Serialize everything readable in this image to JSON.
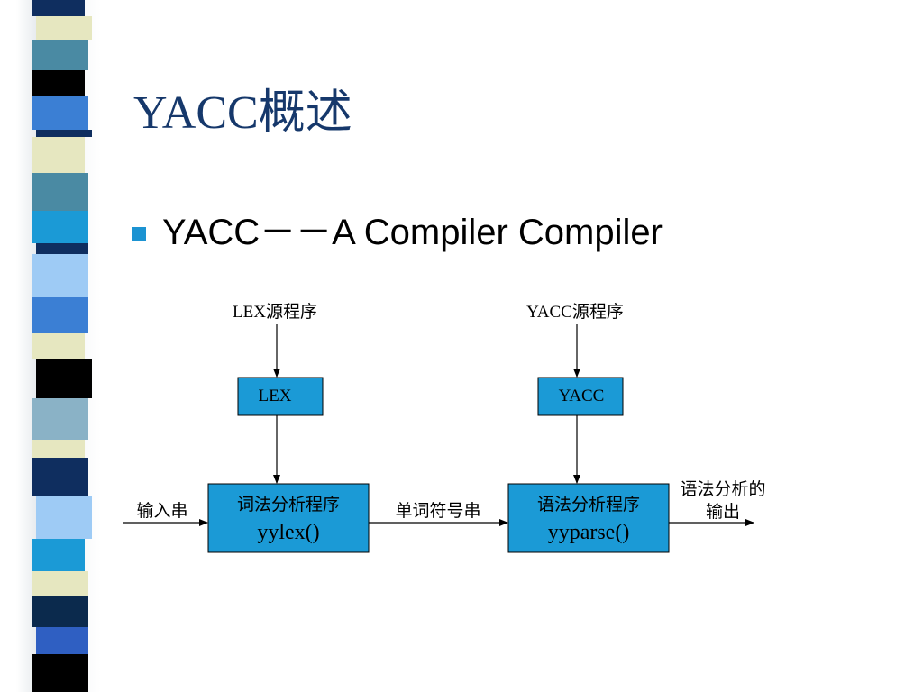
{
  "slide": {
    "title": "YACC概述",
    "bullet": "YACC－－A Compiler Compiler"
  },
  "colors": {
    "title": "#16386b",
    "bullet": "#1c93d2",
    "box_fill": "#1b9ad6",
    "stripes": [
      "#3b7fd4",
      "#0f2e5f",
      "#e6e7c0",
      "#4a8aa3",
      "#1b9ad6",
      "#000000",
      "#9ecbf5",
      "#8ab2c6",
      "#2f5fc2",
      "#0b2a4d"
    ]
  },
  "diagram": {
    "lex_source": "LEX源程序",
    "yacc_source": "YACC源程序",
    "lex_box": "LEX",
    "yacc_box": "YACC",
    "lexer_box": {
      "line1": "词法分析程序",
      "line2": "yylex()"
    },
    "parser_box": {
      "line1": "语法分析程序",
      "line2": "yyparse()"
    },
    "input_label": "输入串",
    "token_label": "单词符号串",
    "output_label": {
      "line1": "语法分析的",
      "line2": "输出"
    }
  }
}
